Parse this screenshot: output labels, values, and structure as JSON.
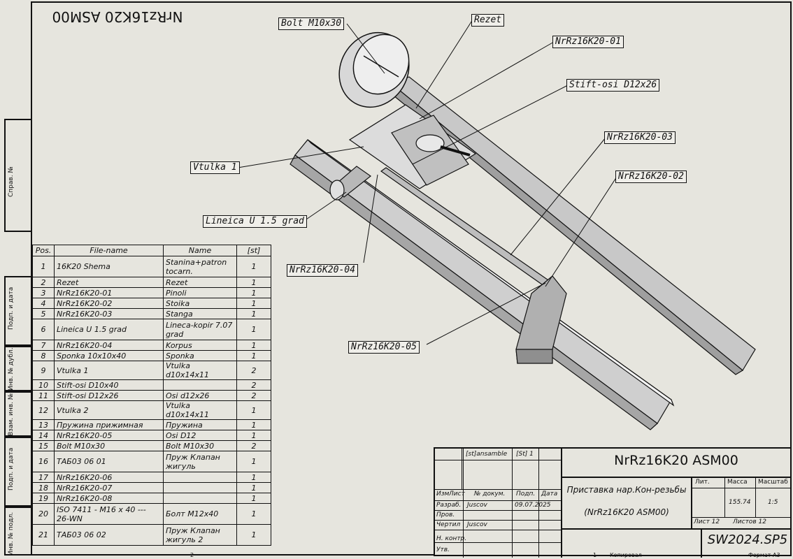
{
  "mirror_title": "NrRz16K20 ASM00",
  "sidebar_labels": [
    "Справ. №",
    "Подп. и дата",
    "Инв. № дубл.",
    "Взам. инв. №",
    "Подп. и дата",
    "Инв. № подл."
  ],
  "callouts": {
    "bolt": "Bolt M10x30",
    "rezet": "Rezet",
    "p01": "NrRz16K20-01",
    "stift": "Stift-osi D12x26",
    "p03": "NrRz16K20-03",
    "p02": "NrRz16K20-02",
    "vtulka": "Vtulka 1",
    "lineica": "Lineica U 1.5 grad",
    "p04": "NrRz16K20-04",
    "p05": "NrRz16K20-05"
  },
  "bom": {
    "headers": [
      "Pos.",
      "File-name",
      "Name",
      "[st]"
    ],
    "rows": [
      {
        "pos": "1",
        "file": "16K20 Shema",
        "name": "Stanina+patron tocarn.",
        "qty": "1"
      },
      {
        "pos": "2",
        "file": "Rezet",
        "name": "Rezet",
        "qty": "1"
      },
      {
        "pos": "3",
        "file": "NrRz16K20-01",
        "name": "Pinoli",
        "qty": "1"
      },
      {
        "pos": "4",
        "file": "NrRz16K20-02",
        "name": "Stoika",
        "qty": "1"
      },
      {
        "pos": "5",
        "file": "NrRz16K20-03",
        "name": "Stanga",
        "qty": "1"
      },
      {
        "pos": "6",
        "file": "Lineica U 1.5 grad",
        "name": "Lineca-kopir 7.07 grad",
        "qty": "1"
      },
      {
        "pos": "7",
        "file": "NrRz16K20-04",
        "name": "Korpus",
        "qty": "1"
      },
      {
        "pos": "8",
        "file": "Sponka 10x10x40",
        "name": "Sponka",
        "qty": "1"
      },
      {
        "pos": "9",
        "file": "Vtulka 1",
        "name": "Vtulka d10x14x11",
        "qty": "2"
      },
      {
        "pos": "10",
        "file": "Stift-osi D10x40",
        "name": "",
        "qty": "2"
      },
      {
        "pos": "11",
        "file": "Stift-osi D12x26",
        "name": "Osi d12x26",
        "qty": "2"
      },
      {
        "pos": "12",
        "file": "Vtulka 2",
        "name": "Vtulka d10x14x11",
        "qty": "1"
      },
      {
        "pos": "13",
        "file": "Пружина прижимная",
        "name": "Пружина",
        "qty": "1"
      },
      {
        "pos": "14",
        "file": "NrRz16K20-05",
        "name": "Osi D12",
        "qty": "1"
      },
      {
        "pos": "15",
        "file": "Bolt M10x30",
        "name": "Bolt M10x30",
        "qty": "2"
      },
      {
        "pos": "16",
        "file": "ТАБ03 06 01",
        "name": "Пруж Клапан жигуль",
        "qty": "1"
      },
      {
        "pos": "17",
        "file": "NrRz16K20-06",
        "name": "",
        "qty": "1"
      },
      {
        "pos": "18",
        "file": "NrRz16K20-07",
        "name": "",
        "qty": "1"
      },
      {
        "pos": "19",
        "file": "NrRz16K20-08",
        "name": "",
        "qty": "1"
      },
      {
        "pos": "20",
        "file": "ISO 7411 - M16 x 40 --- 26-WN",
        "name": "Болт M12x40",
        "qty": "1"
      },
      {
        "pos": "21",
        "file": "ТАБ03 06 02",
        "name": "Пруж Клапан жигуль 2",
        "qty": "1"
      }
    ]
  },
  "title_block": {
    "designation": "NrRz16K20 ASM00",
    "name_line1": "Приставка нар.Кон-резьбы",
    "name_line2": "(NrRz16K20 ASM00)",
    "lit_label": "Лит.",
    "mass_label": "Масса",
    "scale_label": "Масштаб",
    "mass": "155.74",
    "scale": "1:5",
    "sheet": "Лист 12",
    "sheets": "Листов 12",
    "code": "SW2024.SP5",
    "ensemble": "[st]ansamble",
    "st1": "[St] 1",
    "col_izm": "Изм",
    "col_list": "Лист",
    "col_doc": "№ докум.",
    "col_podp": "Подп.",
    "col_data": "Дата",
    "razrab_label": "Разраб.",
    "razrab": "Juscov",
    "date": "09.07.2025",
    "prov_label": "Пров.",
    "chert_label": "Чертил",
    "chert": "Juscov",
    "nkontr_label": "Н. контр.",
    "utv_label": "Утв."
  },
  "footer": {
    "copied": "Копировал",
    "format": "Формат A3",
    "page_num": "2",
    "one": "1"
  }
}
